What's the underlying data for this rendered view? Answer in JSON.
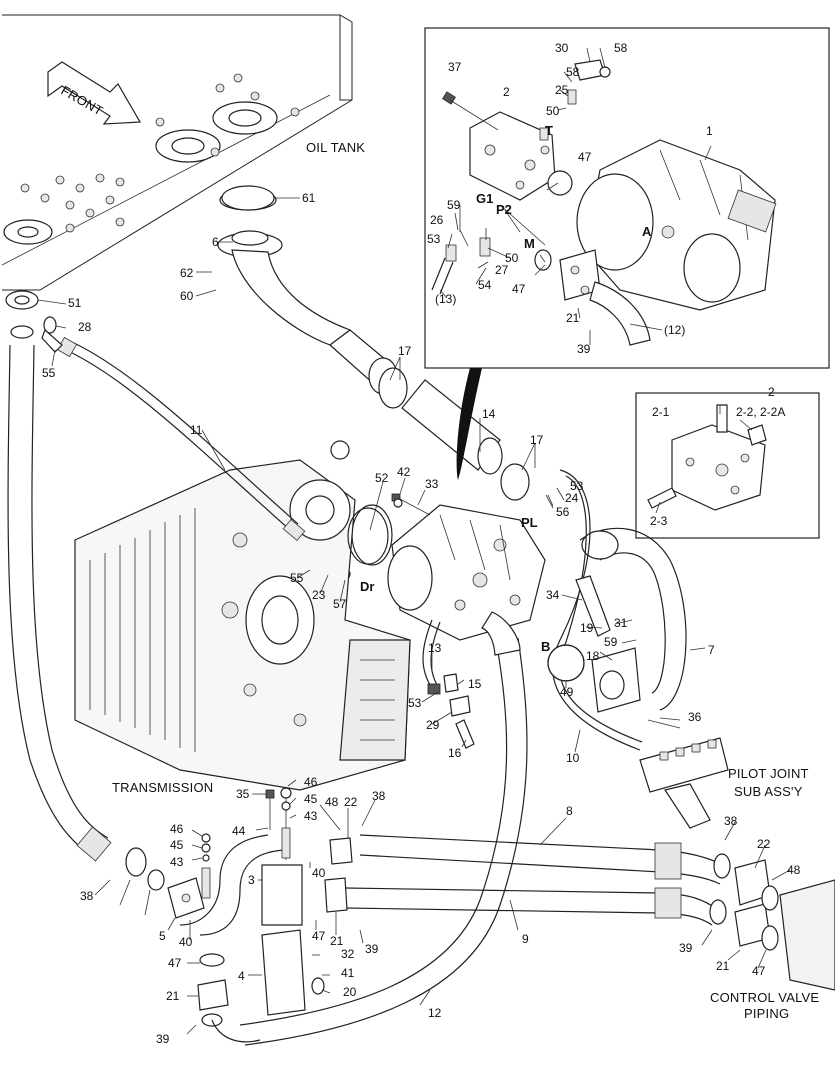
{
  "labels": {
    "front": "FRONT",
    "oil_tank": "OIL TANK",
    "transmission": "TRANSMISSION",
    "pilot_joint_1": "PILOT JOINT",
    "pilot_joint_2": "SUB ASS'Y",
    "control_valve_1": "CONTROL VALVE",
    "control_valve_2": "PIPING"
  },
  "port_labels": [
    {
      "id": "T",
      "text": "T"
    },
    {
      "id": "G1",
      "text": "G1"
    },
    {
      "id": "P2",
      "text": "P2"
    },
    {
      "id": "M",
      "text": "M"
    },
    {
      "id": "A",
      "text": "A"
    },
    {
      "id": "PL",
      "text": "PL"
    },
    {
      "id": "Dr",
      "text": "Dr"
    },
    {
      "id": "B",
      "text": "B"
    }
  ],
  "callouts": [
    "1",
    "2",
    "2",
    "6",
    "7",
    "8",
    "9",
    "10",
    "11",
    "12",
    "13",
    "14",
    "16",
    "20",
    "22",
    "22",
    "23",
    "24",
    "25",
    "26",
    "27",
    "28",
    "29",
    "30",
    "31",
    "32",
    "33",
    "34",
    "35",
    "36",
    "37",
    "38",
    "38",
    "38",
    "39",
    "39",
    "39",
    "39",
    "40",
    "40",
    "41",
    "42",
    "43",
    "43",
    "44",
    "45",
    "45",
    "46",
    "46",
    "47",
    "47",
    "47",
    "47",
    "47",
    "48",
    "48",
    "49",
    "50",
    "50",
    "51",
    "52",
    "53",
    "53",
    "53",
    "54",
    "55",
    "55",
    "56",
    "57",
    "58",
    "58",
    "59",
    "59",
    "60",
    "61",
    "62",
    "3",
    "4",
    "5",
    "15",
    "17",
    "17",
    "18",
    "19",
    "21",
    "21",
    "21",
    "21",
    "(12)",
    "(13)"
  ],
  "detail_callouts": [
    "2-1",
    "2-2, 2-2A",
    "2-3"
  ]
}
